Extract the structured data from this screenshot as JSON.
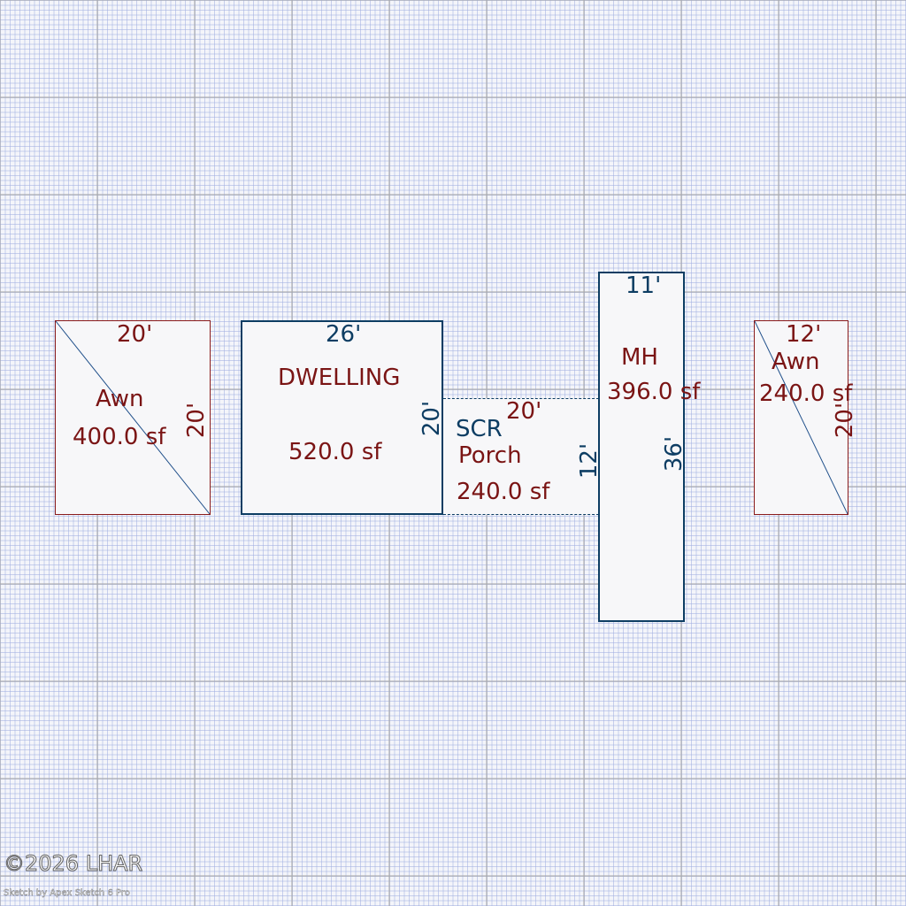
{
  "awning_left": {
    "width_label": "20'",
    "height_label": "20'",
    "name": "Awn",
    "area": "400.0 sf"
  },
  "dwelling": {
    "width_label": "26'",
    "height_label": "20'",
    "name": "DWELLING",
    "area": "520.0 sf"
  },
  "screen_porch": {
    "width_label": "20'",
    "height_label": "12'",
    "name_line1": "SCR",
    "name_line2": "Porch",
    "area": "240.0 sf"
  },
  "mobile_home": {
    "width_label": "11'",
    "height_label": "36'",
    "name": "MH",
    "area": "396.0 sf"
  },
  "awning_right": {
    "width_label": "12'",
    "height_label": "20'",
    "name": "Awn",
    "area": "240.0 sf"
  },
  "footer": {
    "copyright": "©2026 LHAR",
    "credit": "Sketch by Apex Sketch 6 Pro"
  },
  "colors": {
    "label_red": "#7a1414",
    "outline_blue": "#0d3d63",
    "awning_outline": "#8a1c1c"
  }
}
